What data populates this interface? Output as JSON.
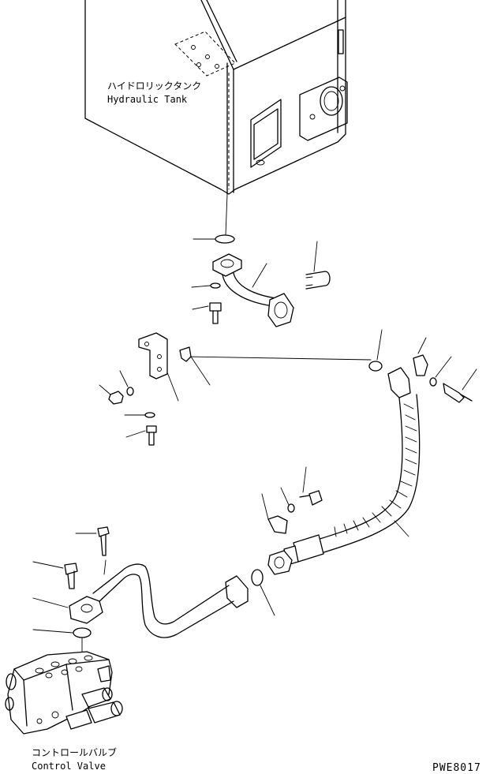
{
  "labels": {
    "tank_jp": "ハイドロリックタンク",
    "tank_en": "Hydraulic Tank",
    "valve_jp": "コントロールバルブ",
    "valve_en": "Control Valve",
    "drawing_code": "PWE8017"
  }
}
